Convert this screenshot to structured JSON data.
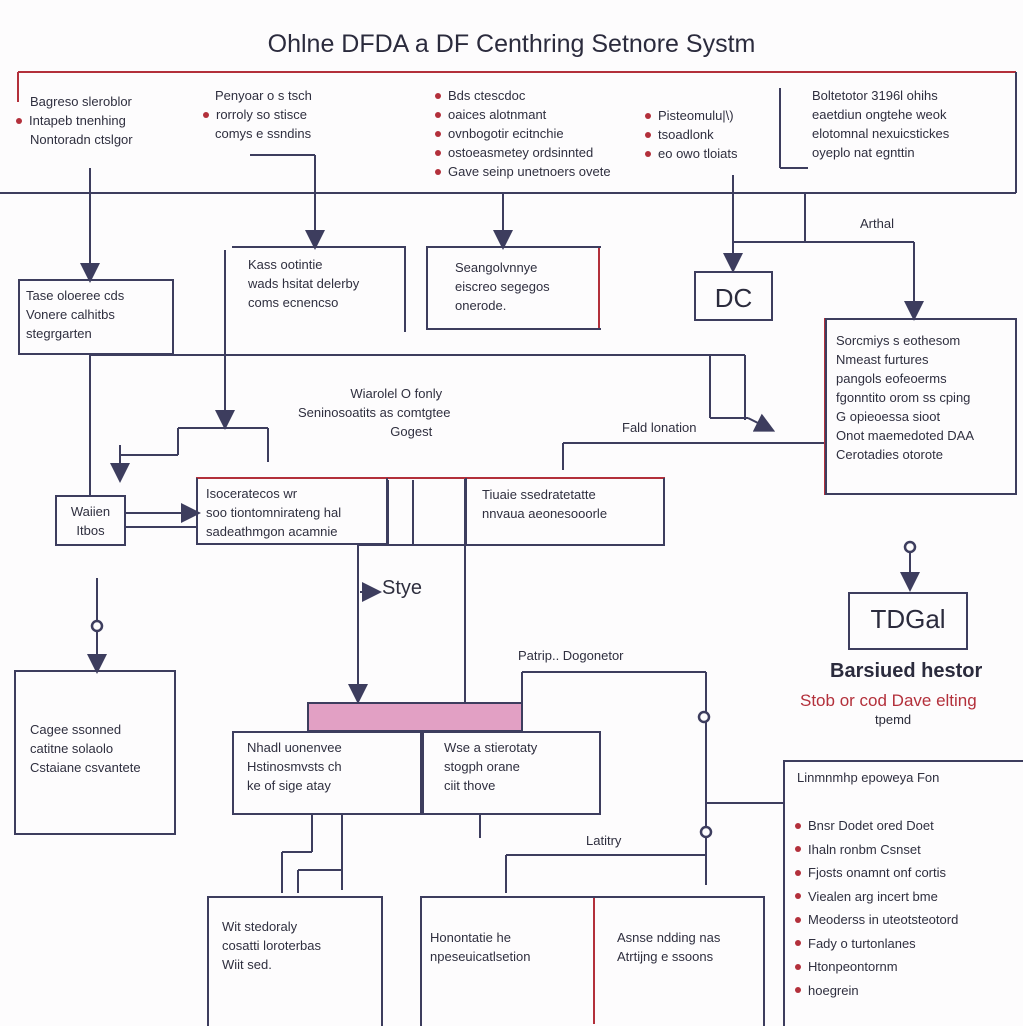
{
  "title": "Ohlne DFDA a DF Centhring Setnore Systm",
  "header": {
    "col1": [
      "Bagreso sleroblor",
      "Intapeb tnenhing",
      "Nontoradn ctslgor"
    ],
    "col2": [
      "Penyoar o s tsch",
      "rorroly so stisce",
      "comys e ssndins"
    ],
    "col3": [
      "Bds ctescdoc",
      "oaices alotnmant",
      "ovnbogotir ecitnchie",
      "ostoeasmetey ordsinnted",
      "Gave seinp unetnoers ovete"
    ],
    "col4": [
      "Pisteomulu|\\)",
      "tsoadlonk",
      "eo owo tloiats"
    ],
    "col5": [
      "Boltetotor 3196l ohihs",
      "eaetdiun ongtehe weok",
      "elotomnal nexuicstickes",
      "oyeplo nat egnttin"
    ]
  },
  "labels": {
    "arthal": "Arthal",
    "fald": "Fald lonation",
    "patrip": "Patrip.. Dogonetor",
    "latitry": "Latitry",
    "stye": "Stye",
    "dc": "DC",
    "tdgal": "TDGal",
    "barsied": "Barsiued hestor",
    "stob": "Stob or cod Dave elting",
    "tpemd": "tpemd"
  },
  "boxes": {
    "left1": [
      "Tase oloeree cds",
      "Vonere calhitbs",
      "stegrgarten"
    ],
    "mid1": [
      "Kass ootintie",
      "wads hsitat delerby",
      "coms ecnencso"
    ],
    "mid2": [
      "Seangolvnnye",
      "eiscreo segegos",
      "onerode."
    ],
    "center_text": [
      "Wiarolel O fonly",
      "Seninosoatits as comtgtee",
      "Gogest"
    ],
    "right1": [
      "Sorcmiys s eothesom",
      "Nmeast furtures",
      "pangols eofeoerms",
      "fgonntito orom ss cping",
      "G opieoessa sioot",
      "Onot maemedoted DAA",
      "Cerotadies otorote"
    ],
    "wairen": [
      "Waiien",
      "Itbos"
    ],
    "lower1": [
      "Isoceratecos wr",
      "soo tiontomnirateng hal",
      "sadeathmgon acamnie"
    ],
    "lower2": [
      "Tiuaie ssedratetatte",
      "nnvaua aeonesooorle"
    ],
    "bottom_left": [
      "Cagee ssonned",
      "catitne solaolo",
      "Cstaiane csvantete"
    ],
    "center_left": [
      "Nhadl uonenvee",
      "Hstinosmvsts ch",
      "ke of sige atay"
    ],
    "center_right": [
      "Wse a stierotaty",
      "stogph orane",
      "ciit thove"
    ],
    "bb1": [
      "Wit stedoraly",
      "cosatti loroterbas",
      "Wiit sed."
    ],
    "bb2": [
      "Honontatie he",
      "npeseuicatlsetion"
    ],
    "bb3": [
      "Asnse ndding nas",
      "Atrtijng e ssoons"
    ],
    "right_bottom_title": "Linmnmhp epoweya Fon",
    "right_bottom_items": [
      "Bnsr Dodet ored Doet",
      "Ihaln ronbm Csnset",
      "Fjosts onamnt onf cortis",
      "Viealen arg incert bme",
      "Meoderss in uteotsteotord",
      "Fady o turtonlanes",
      "Htonpeontornm",
      "hoegrein"
    ]
  },
  "colors": {
    "line": "#3d3d5e",
    "accent": "#b3303b",
    "pink": "#e2a0c4"
  }
}
